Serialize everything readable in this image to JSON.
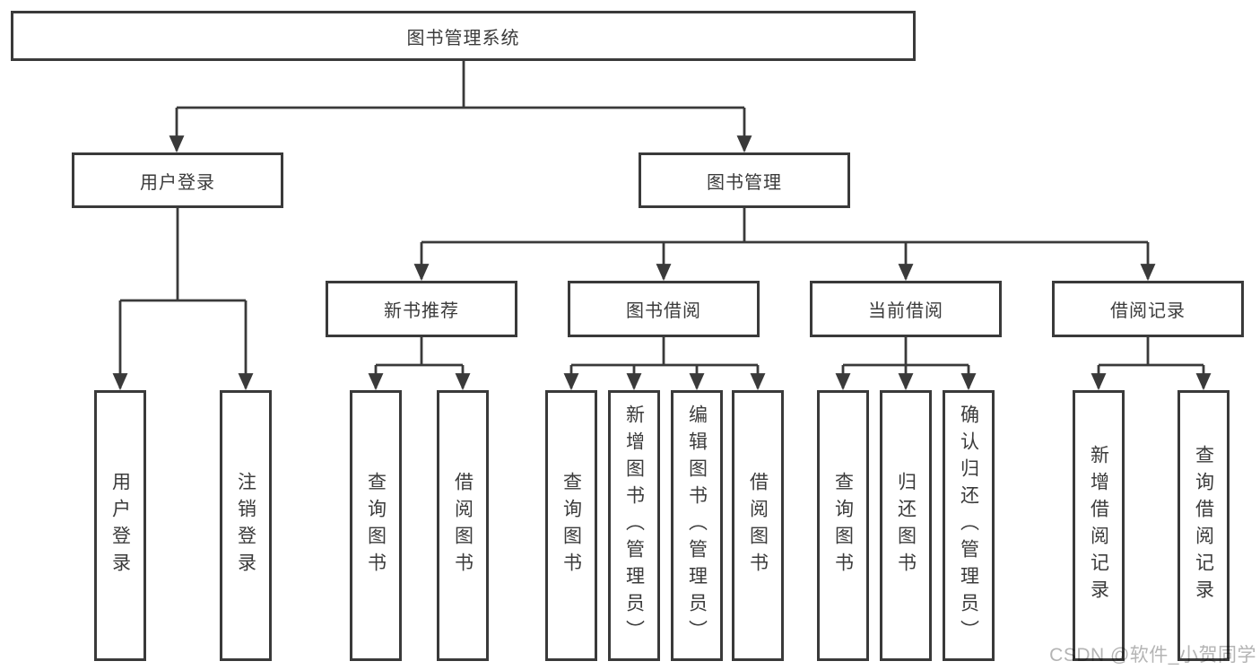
{
  "diagram": {
    "title": "图书管理系统",
    "type": "hierarchy-diagram",
    "colors": {
      "line": "#3a3a3a",
      "box_border": "#3a3a3a",
      "box_fill": "#ffffff",
      "text": "#3b3b3b",
      "watermark": "#b4b4b4"
    },
    "tree": {
      "label": "图书管理系统",
      "children": [
        {
          "label": "用户登录",
          "children": [
            {
              "label": "用户登录"
            },
            {
              "label": "注销登录"
            }
          ]
        },
        {
          "label": "图书管理",
          "children": [
            {
              "label": "新书推荐",
              "children": [
                {
                  "label": "查询图书"
                },
                {
                  "label": "借阅图书"
                }
              ]
            },
            {
              "label": "图书借阅",
              "children": [
                {
                  "label": "查询图书"
                },
                {
                  "label": "新增图书（管理员）"
                },
                {
                  "label": "编辑图书（管理员）"
                },
                {
                  "label": "借阅图书"
                }
              ]
            },
            {
              "label": "当前借阅",
              "children": [
                {
                  "label": "查询图书"
                },
                {
                  "label": "归还图书"
                },
                {
                  "label": "确认归还（管理员）"
                }
              ]
            },
            {
              "label": "借阅记录",
              "children": [
                {
                  "label": "新增借阅记录"
                },
                {
                  "label": "查询借阅记录"
                }
              ]
            }
          ]
        }
      ]
    }
  },
  "watermark": {
    "text": "CSDN @软件_小贺同学"
  }
}
